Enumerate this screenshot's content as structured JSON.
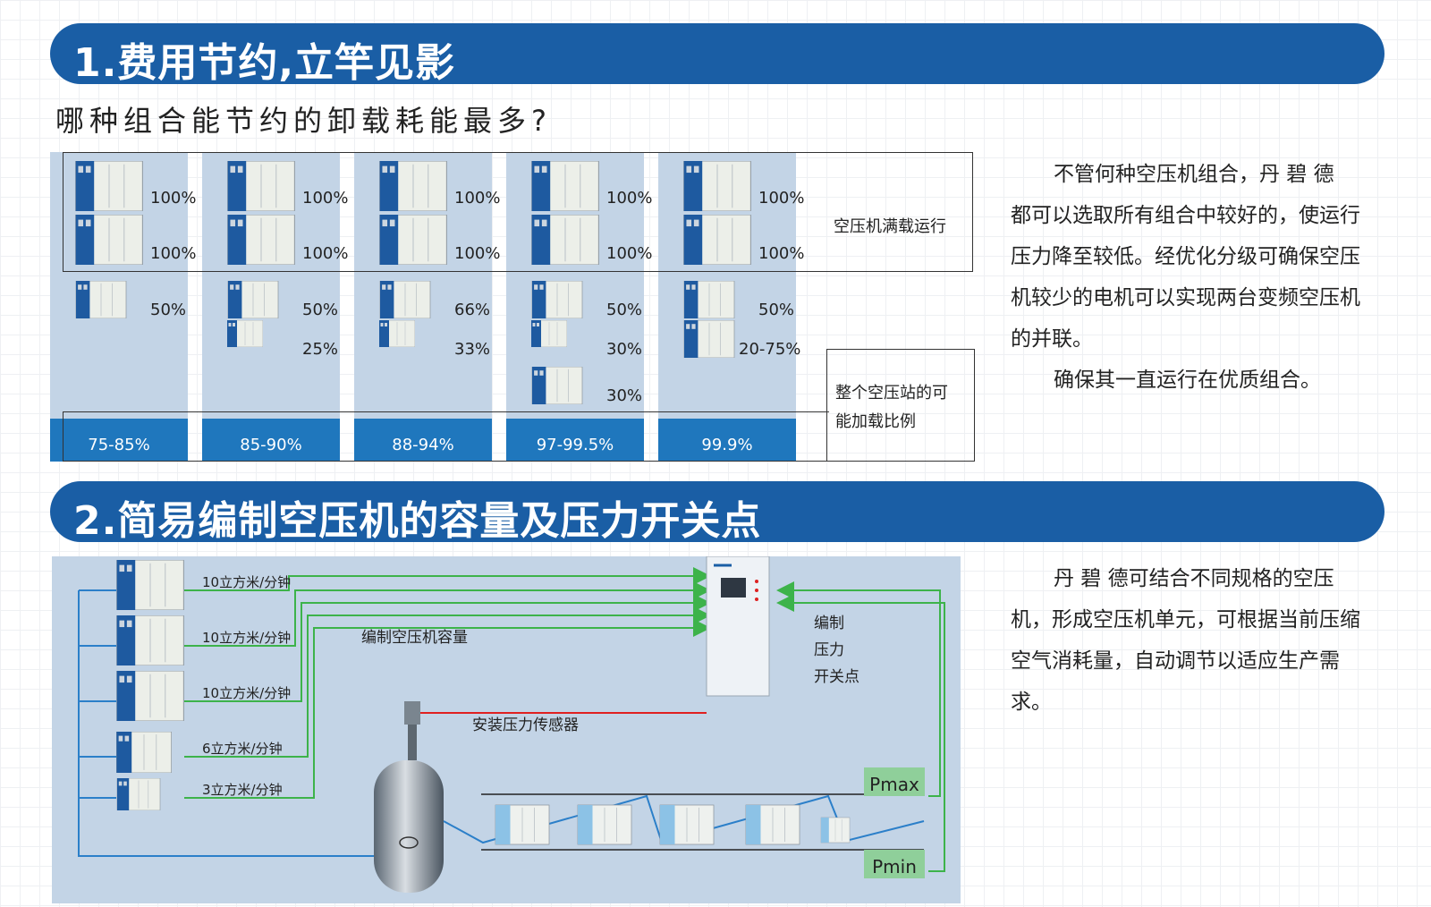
{
  "section1": {
    "title": "1.费用节约,立竿见影",
    "subtitle": "哪种组合能节约的卸载耗能最多?",
    "columns": [
      {
        "full": [
          "100%",
          "100%"
        ],
        "partial": [
          "50%"
        ],
        "load": "75-85%"
      },
      {
        "full": [
          "100%",
          "100%"
        ],
        "partial": [
          "50%",
          "25%"
        ],
        "load": "85-90%"
      },
      {
        "full": [
          "100%",
          "100%"
        ],
        "partial": [
          "66%",
          "33%"
        ],
        "load": "88-94%"
      },
      {
        "full": [
          "100%",
          "100%"
        ],
        "partial": [
          "50%",
          "30%",
          "30%"
        ],
        "load": "97-99.5%"
      },
      {
        "full": [
          "100%",
          "100%"
        ],
        "partial": [
          "50%",
          "20-75%"
        ],
        "load": "99.9%"
      }
    ],
    "full_load_note": "空压机满载运行",
    "load_ratio_note_line1": "整个空压站的可",
    "load_ratio_note_line2": "能加载比例",
    "para_line1": "不管何种空压机组合，丹 碧 德",
    "para_line2": "都可以选取所有组合中较好的，使运行压力降至较低。经优化分级可确保空压机较少的电机可以实现两台变频空压机的并联。",
    "para_line3": "确保其一直运行在优质组合。",
    "colors": {
      "banner": "#1a5ea5",
      "column_bg": "#c3d4e6",
      "load_bar": "#1f77bd"
    }
  },
  "section2": {
    "title": "2.简易编制空压机的容量及压力开关点",
    "capacities": [
      "10立方米/分钟",
      "10立方米/分钟",
      "10立方米/分钟",
      "6立方米/分钟",
      "3立方米/分钟"
    ],
    "capacity_label": "编制空压机容量",
    "sensor_label": "安装压力传感器",
    "switch_label_1": "编制",
    "switch_label_2": "压力",
    "switch_label_3": "开关点",
    "pmax": "Pmax",
    "pmin": "Pmin",
    "para_line1": "丹 碧 德可结合不同规格的空压",
    "para_line2": "机，形成空压机单元，可根据当前压缩空气消耗量，自动调节以适应生产需求。",
    "colors": {
      "diagram_bg": "#c3d4e6",
      "green_line": "#3db34a",
      "red_line": "#e02020",
      "blue_line": "#2b7fc9"
    }
  }
}
